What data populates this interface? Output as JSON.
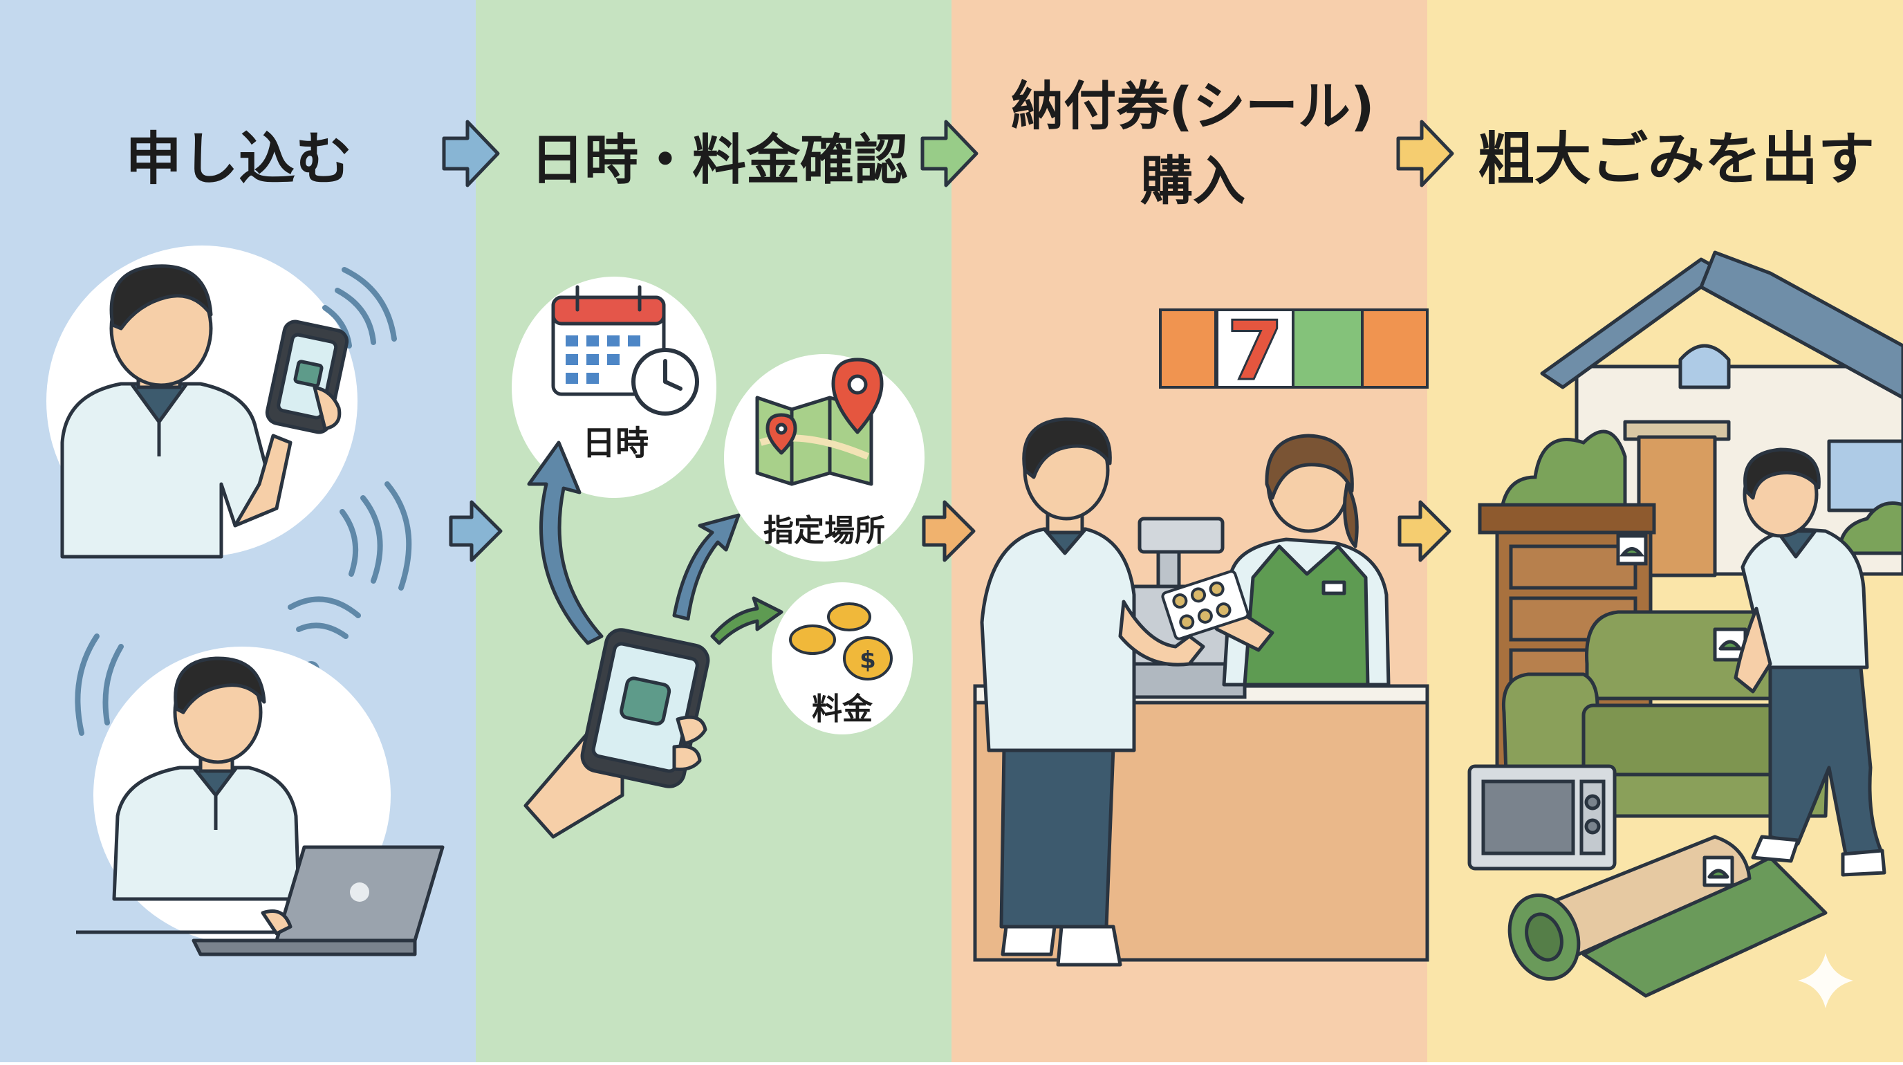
{
  "steps": [
    {
      "title": "申し込む",
      "color": "#c4d9ee"
    },
    {
      "title": "日時・料金確認",
      "color": "#c6e3c1"
    },
    {
      "title_line1": "納付券(シール)",
      "title_line2": "購入",
      "color": "#f7cfac"
    },
    {
      "title": "粗大ごみを出す",
      "color": "#fae5a9"
    }
  ],
  "check_items": {
    "datetime": "日時",
    "location": "指定場所",
    "fee": "料金"
  },
  "store_sign": "7",
  "colors": {
    "arrow_blue": "#88b5d4",
    "arrow_green": "#98cc88",
    "arrow_orange": "#f0b26e",
    "arrow_yellow": "#f5cd70",
    "stroke": "#2a3440",
    "shirt": "#e4f2f4",
    "collar": "#3d5b6e",
    "skin": "#f6cfa8",
    "hair": "#2a2a2a",
    "pants": "#3d5a6e",
    "green_apron": "#5e9b52",
    "wood": "#a8713e",
    "sofa": "#8aa05a"
  }
}
